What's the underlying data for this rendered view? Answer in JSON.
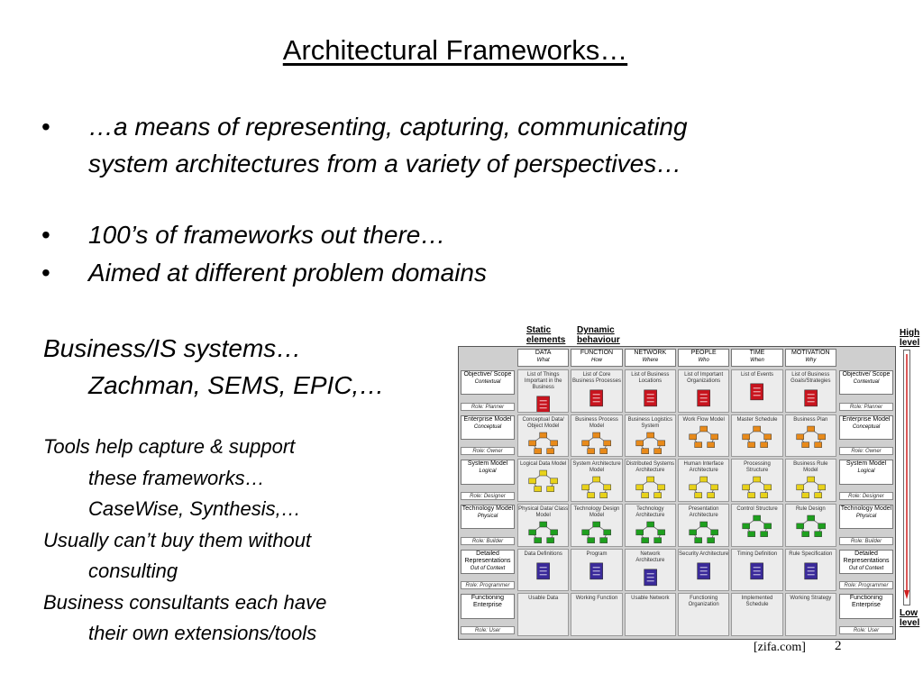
{
  "title": "Architectural Frameworks…",
  "bullets": [
    {
      "marker": "•",
      "lines": [
        "…a means of representing, capturing, communicating",
        "system architectures from a variety of perspectives…"
      ]
    },
    {
      "marker": "•",
      "lines": [
        "100’s of frameworks out there…"
      ]
    },
    {
      "marker": "•",
      "lines": [
        "Aimed at different problem domains"
      ]
    }
  ],
  "business": {
    "heading": "Business/IS systems…",
    "detail": "Zachman, SEMS, EPIC,…"
  },
  "small_text": [
    {
      "text": "Tools help capture & support",
      "indent": false
    },
    {
      "text": "these frameworks…",
      "indent": true
    },
    {
      "text": "CaseWise, Synthesis,…",
      "indent": true
    },
    {
      "text": "Usually can’t buy them without",
      "indent": false
    },
    {
      "text": "consulting",
      "indent": true
    },
    {
      "text": "Business consultants each have",
      "indent": false
    },
    {
      "text": "their own extensions/tools",
      "indent": true
    }
  ],
  "figure": {
    "static_label": [
      "Static",
      "elements"
    ],
    "dynamic_label": [
      "Dynamic",
      "behaviour"
    ],
    "high_label": [
      "High",
      "level"
    ],
    "low_label": [
      "Low",
      "level"
    ],
    "columns": [
      {
        "name": "DATA",
        "sub": "What"
      },
      {
        "name": "FUNCTION",
        "sub": "How"
      },
      {
        "name": "NETWORK",
        "sub": "Where"
      },
      {
        "name": "PEOPLE",
        "sub": "Who"
      },
      {
        "name": "TIME",
        "sub": "When"
      },
      {
        "name": "MOTIVATION",
        "sub": "Why"
      }
    ],
    "rows": [
      {
        "label": "Objective/ Scope",
        "sub": "Contextual",
        "role": "Role: Planner",
        "cells": [
          "List of Things Important in the Business",
          "List of Core Business Processes",
          "List of Business Locations",
          "List of Important Organizations",
          "List of Events",
          "List of Business Goals/Strategies"
        ],
        "icon": "doc",
        "icon_color": "#c8141e"
      },
      {
        "label": "Enterprise Model",
        "sub": "Conceptual",
        "role": "Role: Owner",
        "cells": [
          "Conceptual Data/ Object Model",
          "Business Process Model",
          "Business Logistics System",
          "Work Flow Model",
          "Master Schedule",
          "Business Plan"
        ],
        "icon": "net",
        "icon_color": "#e88a1a"
      },
      {
        "label": "System Model",
        "sub": "Logical",
        "role": "Role: Designer",
        "cells": [
          "Logical Data Model",
          "System Architecture Model",
          "Distributed Systems Architecture",
          "Human Interface Architecture",
          "Processing Structure",
          "Business Rule Model"
        ],
        "icon": "net",
        "icon_color": "#e8d21a"
      },
      {
        "label": "Technology Model",
        "sub": "Physical",
        "role": "Role: Builder",
        "cells": [
          "Physical Data/ Class Model",
          "Technology Design Model",
          "Technology Architecture",
          "Presentation Architecture",
          "Control Structure",
          "Rule Design"
        ],
        "icon": "net",
        "icon_color": "#1ea01e"
      },
      {
        "label": "Detailed Representations",
        "sub": "Out of Context",
        "role": "Role: Programmer",
        "cells": [
          "Data Definitions",
          "Program",
          "Network Architecture",
          "Security Architecture",
          "Timing Definition",
          "Rule Specification"
        ],
        "icon": "doc",
        "icon_color": "#3a2a9a"
      },
      {
        "label": "Functioning Enterprise",
        "sub": "",
        "role": "Role: User",
        "cells": [
          "Usable Data",
          "Working Function",
          "Usable Network",
          "Functioning Organization",
          "Implemented Schedule",
          "Working Strategy"
        ],
        "icon": "none",
        "icon_color": "#888888"
      }
    ],
    "colors": {
      "arrow": "#d02020",
      "frame": "#555555"
    }
  },
  "source": "[zifa.com]",
  "page_number": "2"
}
